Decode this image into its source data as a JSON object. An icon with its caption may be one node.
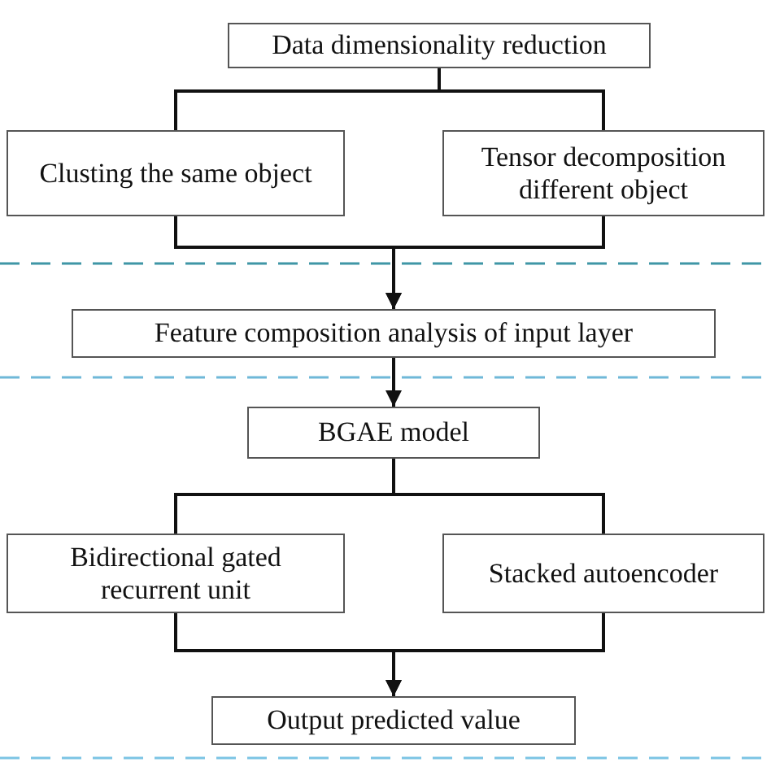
{
  "diagram": {
    "nodes": [
      {
        "text": [
          "Data dimensionality reduction"
        ]
      },
      {
        "text": [
          "Clusting the same object"
        ]
      },
      {
        "text": [
          "Tensor decomposition different object"
        ]
      },
      {
        "text": [
          "Feature composition analysis of input layer"
        ]
      },
      {
        "text": [
          "BGAE model"
        ]
      },
      {
        "text": [
          "Bidirectional gated recurrent unit"
        ]
      },
      {
        "text": [
          "Stacked autoencoder"
        ]
      },
      {
        "text": [
          "Output predicted value"
        ]
      }
    ],
    "edges": [
      {
        "from": 0,
        "to": 1,
        "arrow": "none"
      },
      {
        "from": 0,
        "to": 2,
        "arrow": "none"
      },
      {
        "from": 1,
        "to": 3,
        "arrow": "to"
      },
      {
        "from": 2,
        "to": 3,
        "arrow": "to"
      },
      {
        "from": 3,
        "to": 4,
        "arrow": "to"
      },
      {
        "from": 4,
        "to": 5,
        "arrow": "none"
      },
      {
        "from": 4,
        "to": 6,
        "arrow": "none"
      },
      {
        "from": 5,
        "to": 7,
        "arrow": "to"
      },
      {
        "from": 6,
        "to": 7,
        "arrow": "to"
      }
    ]
  }
}
